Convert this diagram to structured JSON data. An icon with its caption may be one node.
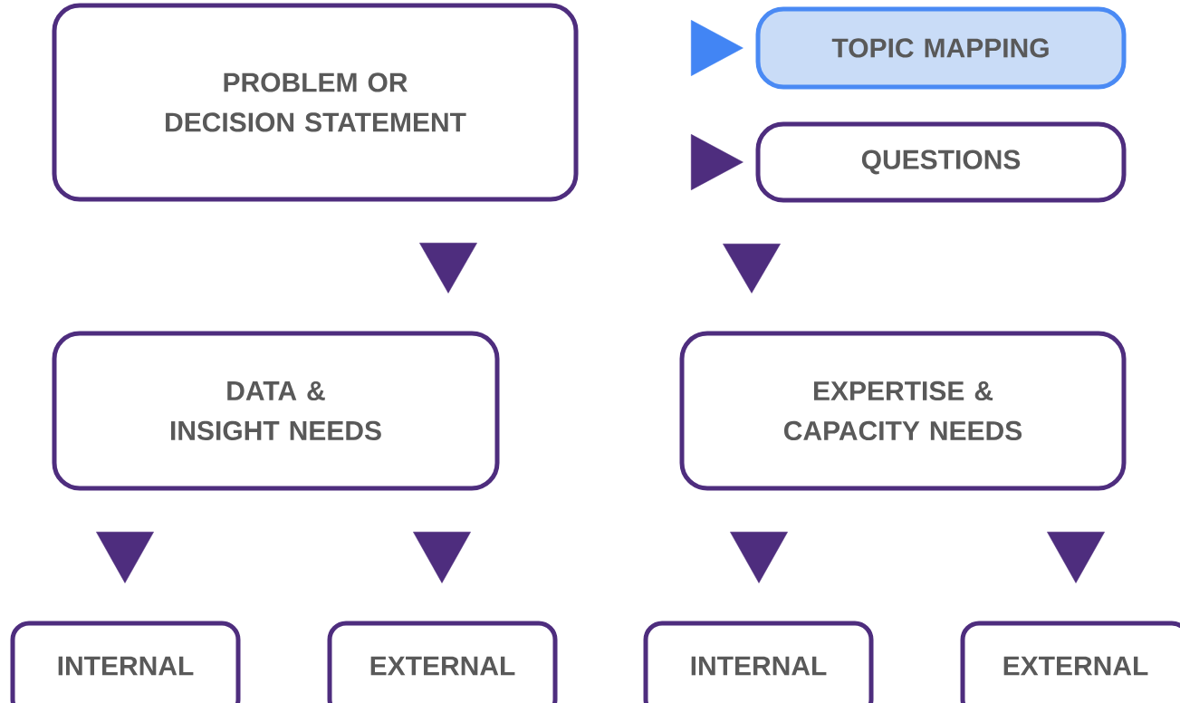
{
  "diagram": {
    "nodes": [
      {
        "text": [
          "PROBLEM OR DECISION STATEMENT"
        ]
      },
      {
        "text": [
          "TOPIC MAPPING"
        ]
      },
      {
        "text": [
          "QUESTIONS"
        ]
      },
      {
        "text": [
          "DATA & INSIGHT NEEDS"
        ]
      },
      {
        "text": [
          "EXPERTISE & CAPACITY NEEDS"
        ]
      },
      {
        "text": [
          "INTERNAL"
        ]
      },
      {
        "text": [
          "EXTERNAL"
        ]
      },
      {
        "text": [
          "INTERNAL"
        ]
      },
      {
        "text": [
          "EXTERNAL"
        ]
      }
    ],
    "edges": [
      {
        "from": null,
        "to": 1,
        "arrow": "to",
        "color": "#4285f4"
      },
      {
        "from": null,
        "to": 2,
        "arrow": "to"
      },
      {
        "from": 0,
        "to": 3,
        "arrow": "to"
      },
      {
        "from": 2,
        "to": 4,
        "arrow": "to"
      },
      {
        "from": 3,
        "to": 5,
        "arrow": "to"
      },
      {
        "from": 3,
        "to": 6,
        "arrow": "to"
      },
      {
        "from": 4,
        "to": 7,
        "arrow": "to"
      },
      {
        "from": 4,
        "to": 8,
        "arrow": "to"
      }
    ]
  }
}
